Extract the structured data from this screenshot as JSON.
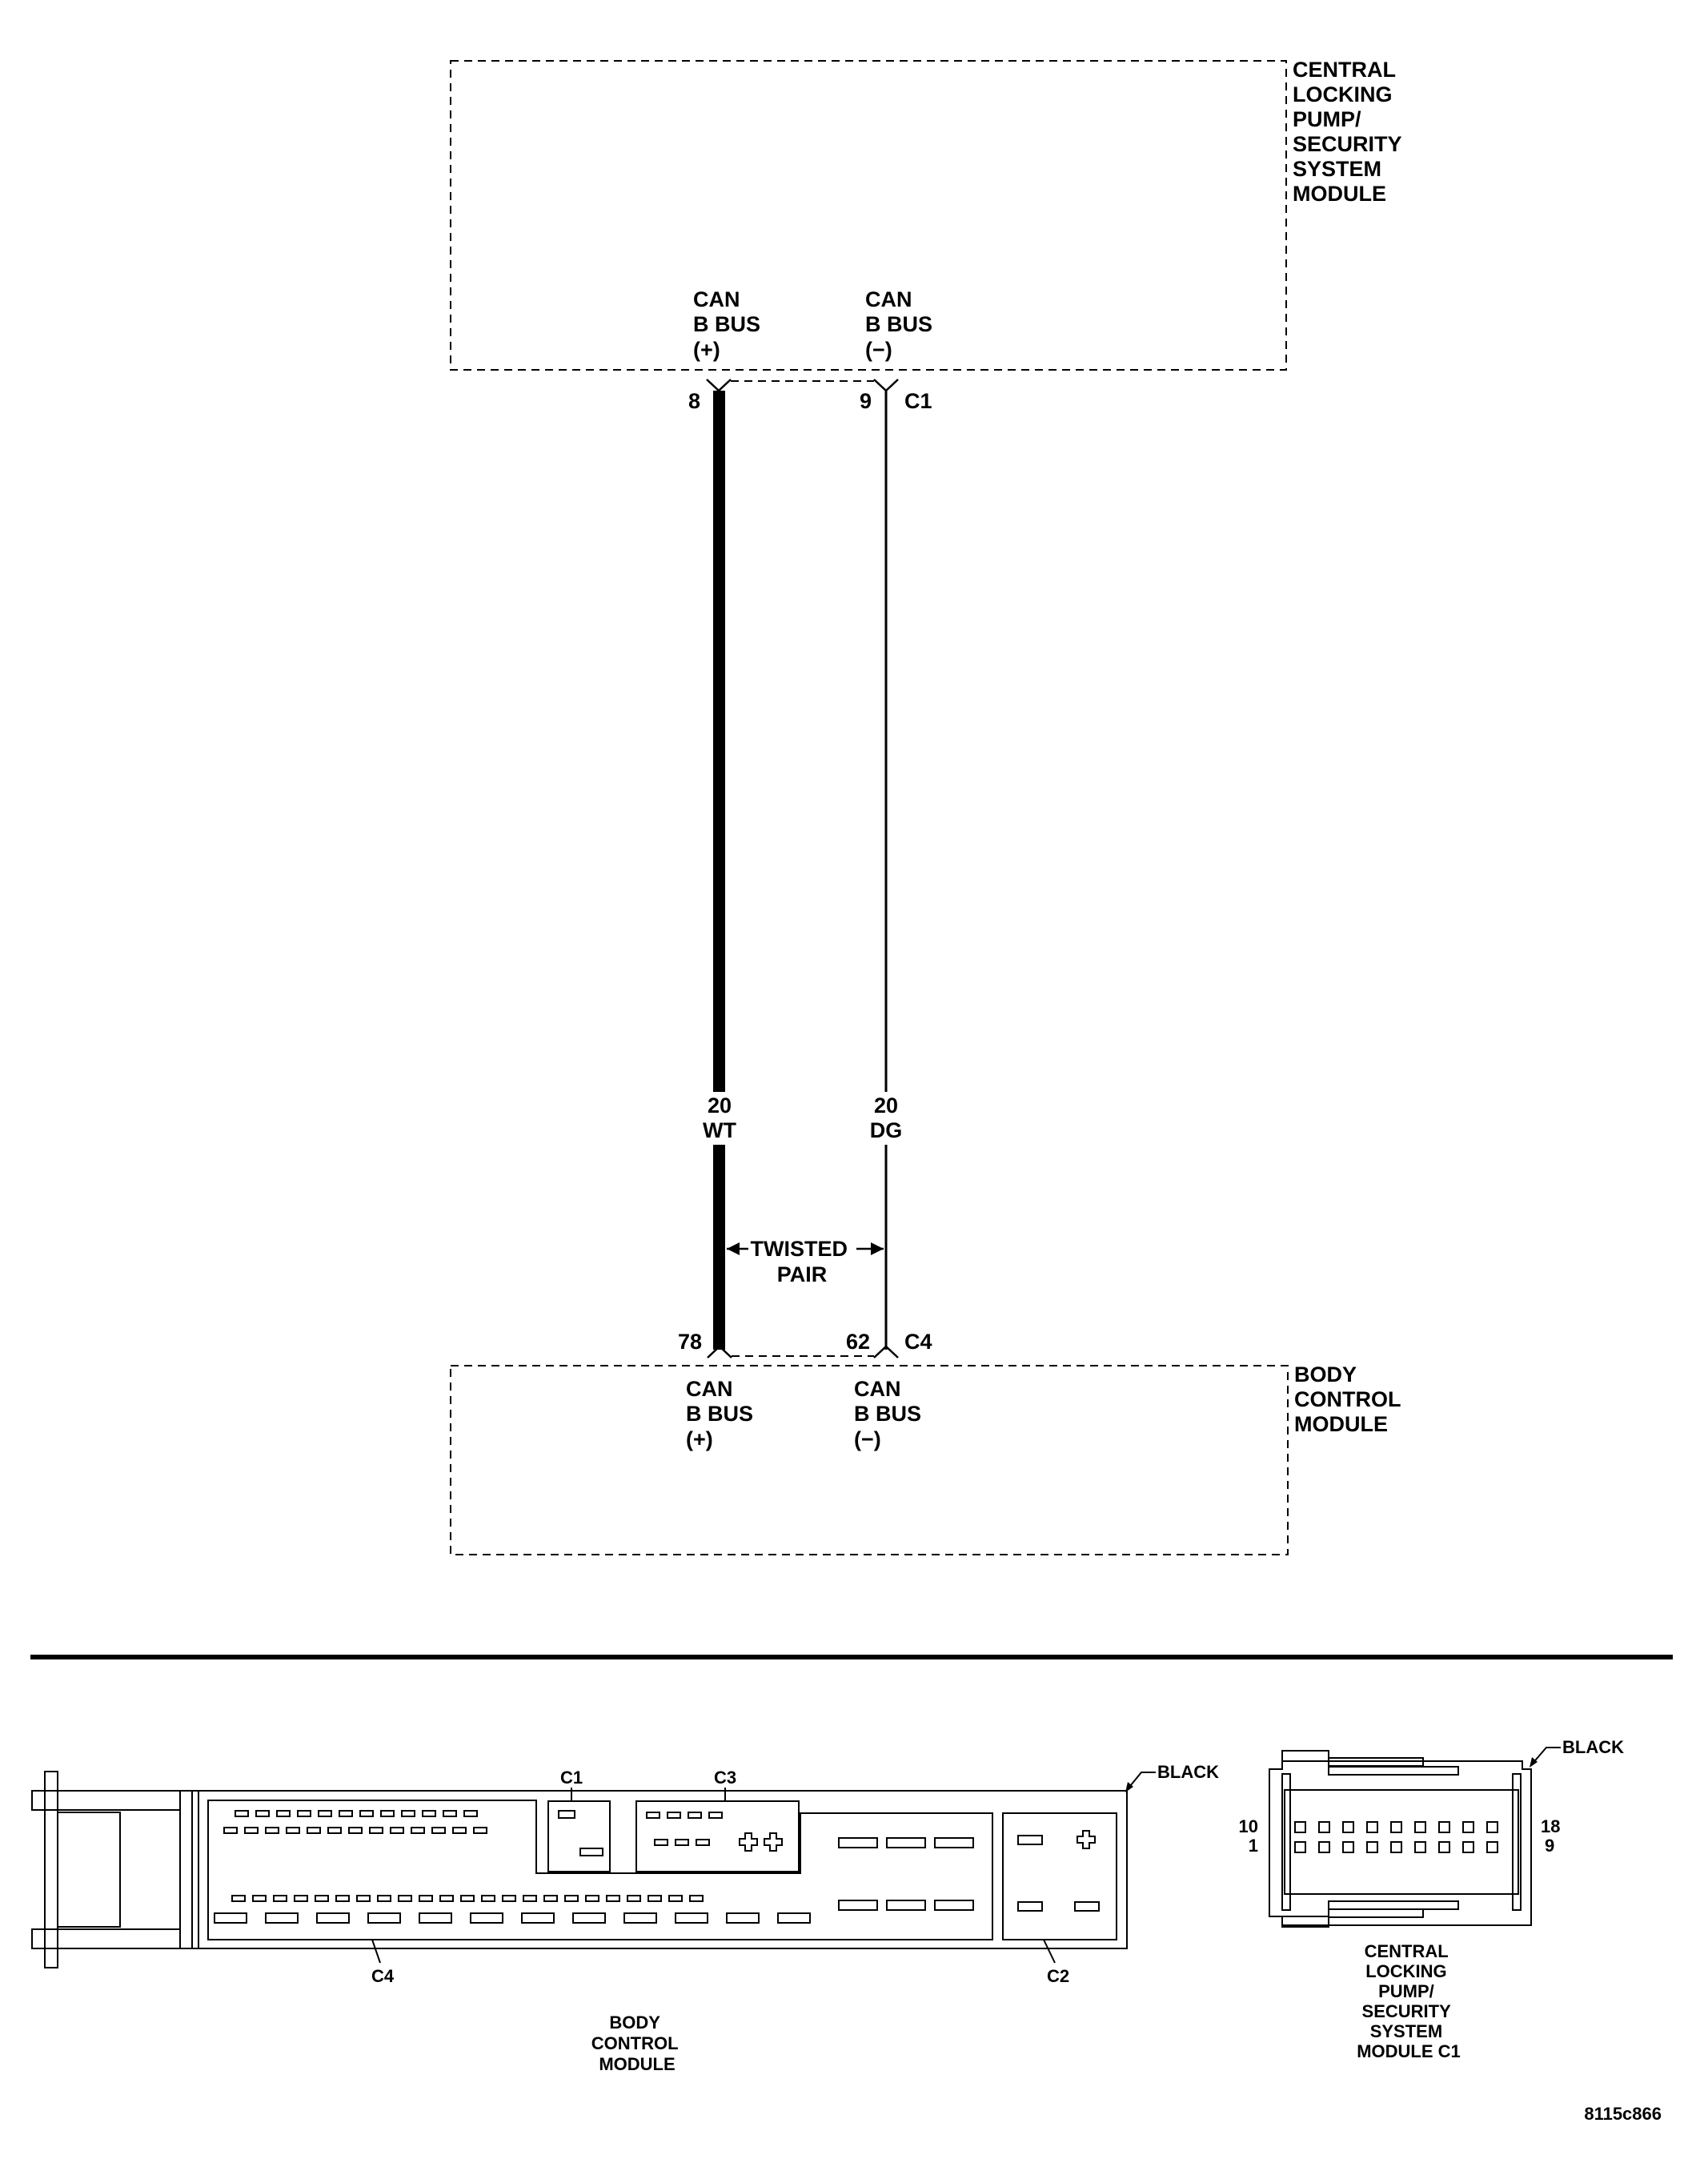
{
  "schematic": {
    "top_module": {
      "name_lines": [
        "CENTRAL",
        "LOCKING",
        "PUMP/",
        "SECURITY",
        "SYSTEM",
        "MODULE"
      ],
      "pin_plus": {
        "lines": [
          "CAN",
          "B BUS",
          "(+)"
        ],
        "pin": "8"
      },
      "pin_minus": {
        "lines": [
          "CAN",
          "B BUS",
          "(−)"
        ],
        "pin": "9"
      },
      "connector": "C1"
    },
    "bottom_module": {
      "name_lines": [
        "BODY",
        "CONTROL",
        "MODULE"
      ],
      "pin_plus": {
        "lines": [
          "CAN",
          "B BUS",
          "(+)"
        ],
        "pin": "78"
      },
      "pin_minus": {
        "lines": [
          "CAN",
          "B BUS",
          "(−)"
        ],
        "pin": "62"
      },
      "connector": "C4"
    },
    "wires": [
      {
        "gauge": "20",
        "color": "WT"
      },
      {
        "gauge": "20",
        "color": "DG"
      }
    ],
    "twisted_pair_lines": [
      "TWISTED",
      "PAIR"
    ]
  },
  "connector_views": {
    "bcm": {
      "labels": {
        "c1": "C1",
        "c3": "C3",
        "c4": "C4",
        "c2": "C2",
        "color": "BLACK"
      },
      "caption_lines": [
        "BODY",
        "CONTROL",
        "MODULE"
      ]
    },
    "clp": {
      "color": "BLACK",
      "pins": {
        "top_left": "10",
        "bottom_left": "1",
        "top_right": "18",
        "bottom_right": "9"
      },
      "caption_lines": [
        "CENTRAL",
        "LOCKING",
        "PUMP/",
        "SECURITY",
        "SYSTEM",
        "MODULE C1"
      ]
    }
  },
  "figure_id": "8115c866"
}
